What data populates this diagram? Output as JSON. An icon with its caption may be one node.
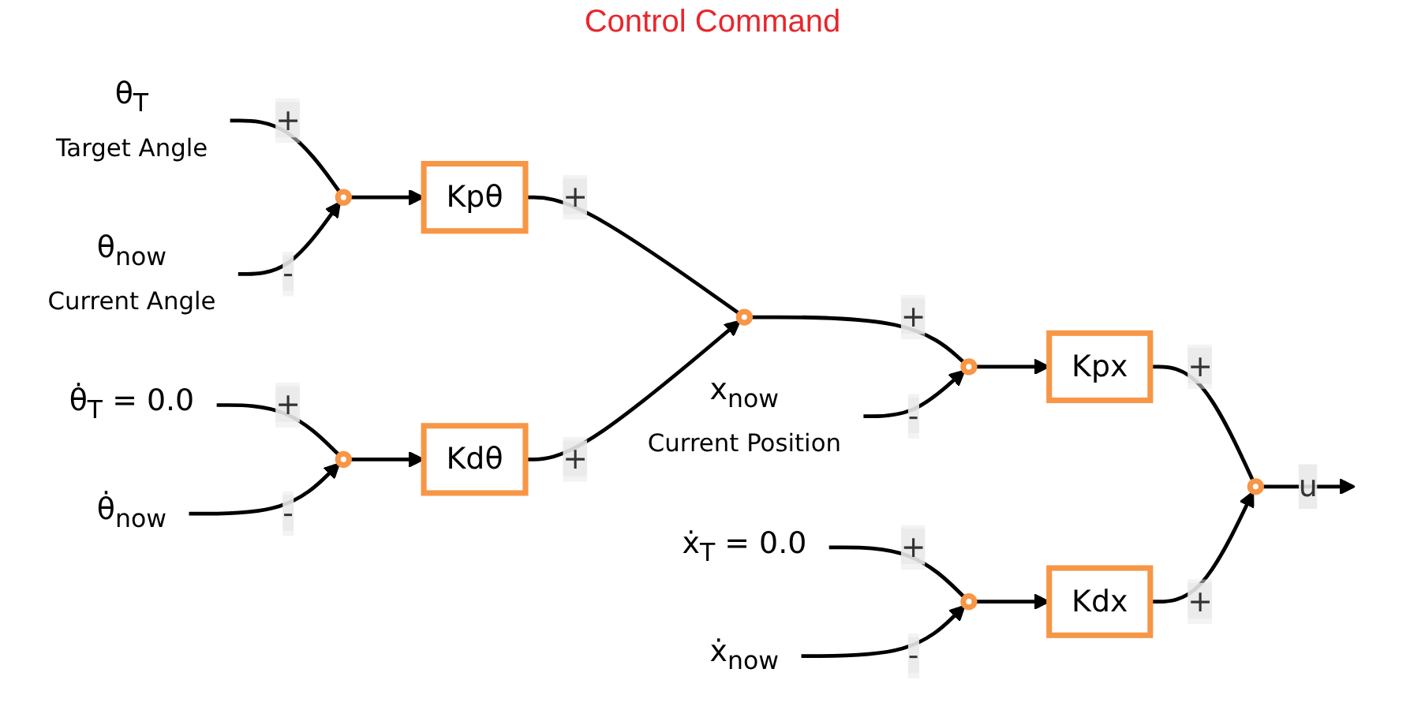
{
  "diagram": {
    "nodes": [
      {
        "text": [
          "θ$_{T}$"
        ],
        "beside": [
          "Target Angle"
        ]
      },
      {
        "text": [],
        "shape": "circle"
      },
      {
        "text": [
          "Kpθ"
        ]
      },
      {
        "text": [],
        "shape": "circle"
      },
      {
        "text": [],
        "shape": "circle"
      },
      {
        "text": [
          "Kpx"
        ]
      },
      {
        "text": [],
        "shape": "circle"
      },
      {
        "text": [
          "θ$_{now}$"
        ],
        "beside": [
          "Current Angle"
        ]
      },
      {
        "text": [
          "x$_{now}$"
        ],
        "beside": [
          "Current Position"
        ]
      },
      {
        "text": [
          "θ̇$_{T}$ = 0.0"
        ]
      },
      {
        "text": [],
        "shape": "circle"
      },
      {
        "text": [
          "Kdθ"
        ]
      },
      {
        "text": [
          "θ̇$_{now}$"
        ]
      },
      {
        "text": [
          "ẋ$_{T}$ = 0.0"
        ]
      },
      {
        "text": [],
        "shape": "circle"
      },
      {
        "text": [
          "Kdx"
        ]
      },
      {
        "text": [
          "ẋ$_{now}$"
        ]
      }
    ],
    "edges": [
      {
        "from": 0,
        "to": 1,
        "arrow": "none",
        "label": "+"
      },
      {
        "from": 7,
        "to": 1,
        "arrow": "to",
        "label": "-"
      },
      {
        "from": 1,
        "to": 2,
        "arrow": "to"
      },
      {
        "from": 2,
        "to": 3,
        "arrow": "none",
        "label": "+"
      },
      {
        "from": 11,
        "to": 3,
        "arrow": "to",
        "label": "+"
      },
      {
        "from": 3,
        "to": 4,
        "arrow": "none",
        "label": "+"
      },
      {
        "from": 8,
        "to": 4,
        "arrow": "to",
        "label": "-"
      },
      {
        "from": 4,
        "to": 5,
        "arrow": "to"
      },
      {
        "from": 5,
        "to": 6,
        "arrow": "none",
        "label": "+"
      },
      {
        "from": 15,
        "to": 6,
        "arrow": "to",
        "label": "+"
      },
      {
        "from": 6,
        "to": null,
        "arrow": "to",
        "label": "u"
      },
      {
        "from": 9,
        "to": 10,
        "arrow": "none",
        "label": "+"
      },
      {
        "from": 12,
        "to": 10,
        "arrow": "to",
        "label": "-"
      },
      {
        "from": 10,
        "to": 11,
        "arrow": "to"
      },
      {
        "from": 13,
        "to": 14,
        "arrow": "none",
        "label": "+"
      },
      {
        "from": 16,
        "to": 14,
        "arrow": "to",
        "label": "-"
      },
      {
        "from": 14,
        "to": 15,
        "arrow": "to"
      }
    ],
    "labels": [
      "Control Command"
    ]
  }
}
